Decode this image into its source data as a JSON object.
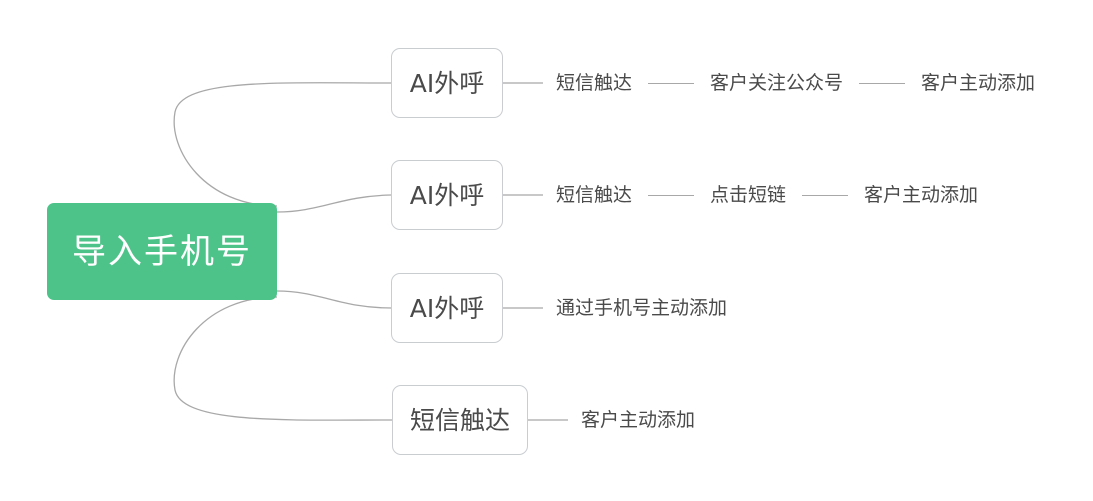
{
  "diagram": {
    "type": "mind-map",
    "background_color": "#ffffff",
    "root": {
      "label": "导入手机号",
      "fill_color": "#4DC38A",
      "text_color": "#ffffff"
    },
    "edge_color": "#a8a8a8",
    "node_border_color": "#c9cdd0",
    "node_text_color": "#4a4a4a",
    "branches": [
      {
        "node": "AI外呼",
        "steps": [
          "短信触达",
          "客户关注公众号",
          "客户主动添加"
        ]
      },
      {
        "node": "AI外呼",
        "steps": [
          "短信触达",
          "点击短链",
          "客户主动添加"
        ]
      },
      {
        "node": "AI外呼",
        "steps": [
          "通过手机号主动添加"
        ]
      },
      {
        "node": "短信触达",
        "steps": [
          "客户主动添加"
        ]
      }
    ]
  }
}
